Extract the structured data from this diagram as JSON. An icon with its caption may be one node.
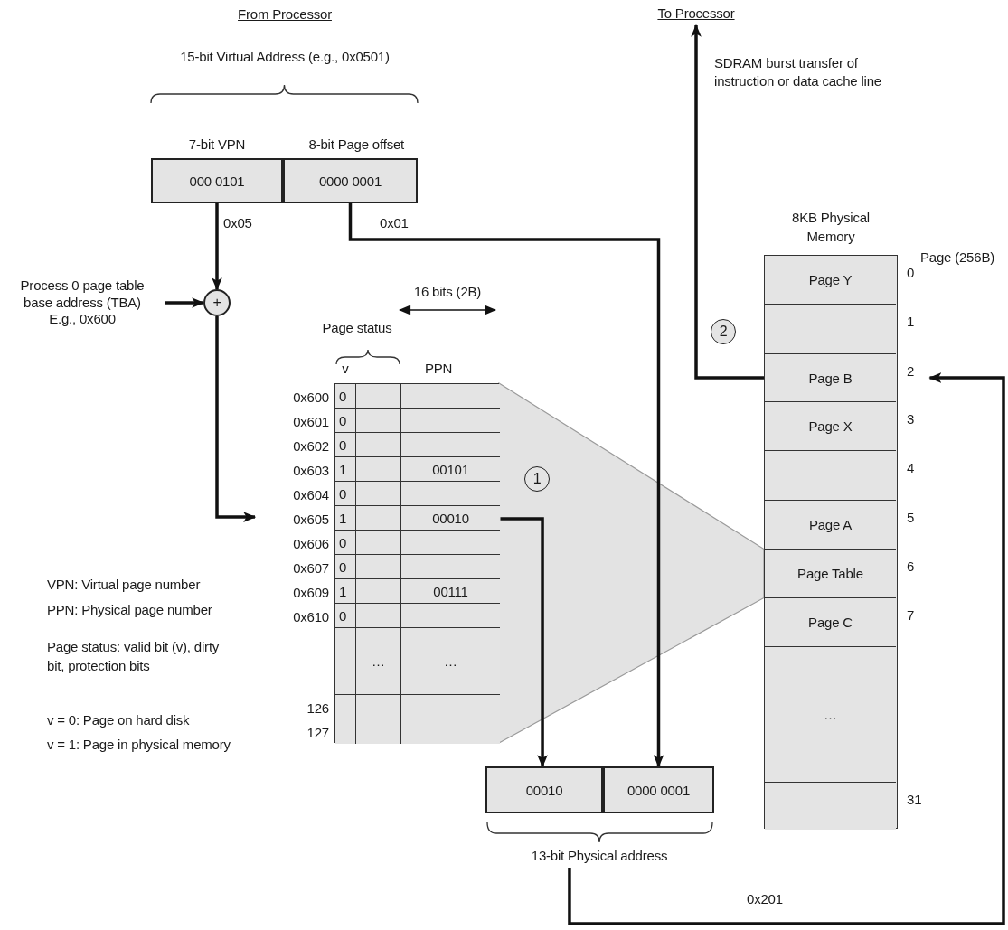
{
  "diagram": {
    "nodes": [
      {
        "text": [
          "To Processor"
        ]
      },
      {
        "text": [
          "7-bit VPN",
          "000 0101"
        ]
      },
      {
        "text": [
          "8-bit Page offset",
          "0000 0001"
        ]
      },
      {
        "text": [
          "Process 0 page table base address (TBA) E.g., 0x600"
        ]
      },
      {
        "text": [
          "+"
        ]
      },
      {
        "text": [
          "8KB Physical Memory"
        ]
      },
      {
        "text": [
          "Page Y"
        ],
        "in": 5,
        "beside": [
          "0"
        ]
      },
      {
        "text": [],
        "shape": "box",
        "in": 5,
        "beside": [
          "1"
        ]
      },
      {
        "text": [
          "Page B"
        ],
        "in": 5,
        "beside": [
          "2"
        ]
      },
      {
        "text": [
          "Page X"
        ],
        "in": 5,
        "beside": [
          "3"
        ]
      },
      {
        "text": [],
        "shape": "box",
        "in": 5,
        "beside": [
          "4"
        ]
      },
      {
        "text": [
          "Page A"
        ],
        "in": 5,
        "beside": [
          "5"
        ]
      },
      {
        "text": [
          "Page Table"
        ],
        "in": 5,
        "beside": [
          "6"
        ]
      },
      {
        "text": [
          "Page C"
        ],
        "in": 5,
        "beside": [
          "7"
        ]
      },
      {
        "text": [
          "…"
        ],
        "in": 5
      },
      {
        "text": [],
        "shape": "box",
        "in": 5,
        "beside": [
          "31"
        ]
      },
      {
        "text": [],
        "shape": "box"
      },
      {
        "text": [
          "00010"
        ],
        "in": 16
      },
      {
        "text": [
          "00010"
        ]
      },
      {
        "text": [
          "0000 0001"
        ]
      },
      {
        "text": [
          "13-bit Physical address"
        ]
      },
      {
        "text": [
          "2"
        ]
      },
      {
        "text": [
          "1"
        ]
      }
    ],
    "edges": [
      {
        "from": 8,
        "to": 0,
        "arrow": "to",
        "label": "SDRAM burst transfer of instruction or data cache line"
      },
      {
        "from": 1,
        "to": 4,
        "arrow": "to",
        "label": "0x05"
      },
      {
        "from": 2,
        "to": 19,
        "arrow": "to",
        "label": "0x01"
      },
      {
        "from": 3,
        "to": 4,
        "arrow": "to"
      },
      {
        "from": 4,
        "to": 16,
        "arrow": "to"
      },
      {
        "from": 17,
        "to": 18,
        "arrow": "to"
      },
      {
        "from": 20,
        "to": 8,
        "arrow": "to",
        "label": "0x201"
      }
    ],
    "labels": [
      "From Processor",
      "15-bit Virtual Address (e.g., 0x0501)",
      "Page (256B)",
      "16 bits (2B)",
      "Page status",
      "v",
      "PPN",
      "0x600",
      "0",
      "0x601",
      "0",
      "0x602",
      "0",
      "0x603",
      "1",
      "00101",
      "0x604",
      "0",
      "0x605",
      "1",
      "0x606",
      "0",
      "0x607",
      "0",
      "0x609",
      "1",
      "00111",
      "0x610",
      "0",
      "…",
      "…",
      "126",
      "127",
      "VPN: Virtual page number",
      "PPN: Physical page number",
      "Page status: valid bit (v), dirty bit, protection bits",
      "v = 0: Page on hard disk",
      "v = 1: Page in physical memory"
    ]
  }
}
